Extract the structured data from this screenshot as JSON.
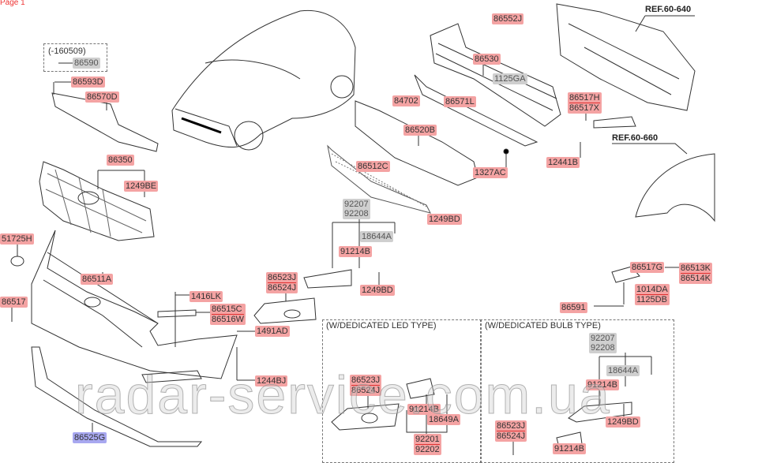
{
  "page_label": "Page 1",
  "refs": [
    "REF.60-640",
    "REF.60-660"
  ],
  "variant_boxes": {
    "supersede_note": "(-160509)",
    "led_type": "(W/DEDICATED LED TYPE)",
    "bulb_type": "(W/DEDICATED BULB TYPE)"
  },
  "labels": {
    "p86590": "86590",
    "p86593D": "86593D",
    "p86570D": "86570D",
    "p86350": "86350",
    "p1249BE": "1249BE",
    "p51725H": "51725H",
    "p86511A": "86511A",
    "p86517": "86517",
    "p1416LK": "1416LK",
    "p86515C": [
      "86515C",
      "86516W"
    ],
    "p86523J_a": [
      "86523J",
      "86524J"
    ],
    "p1491AD": "1491AD",
    "p1244BJ": "1244BJ",
    "p86525G": "86525G",
    "p86552J": "86552J",
    "p86530": "86530",
    "p1125GA": "1125GA",
    "p84702": "84702",
    "p86571L": "86571L",
    "p86520B": "86520B",
    "p86512C": "86512C",
    "p1327AC": "1327AC",
    "p86517H": [
      "86517H",
      "86517X"
    ],
    "p12441B": "12441B",
    "p92207_a": [
      "92207",
      "92208"
    ],
    "p1249BD_a": "1249BD",
    "p18644A_a": "18644A",
    "p91214B_a": "91214B",
    "p1249BD_b": "1249BD",
    "p86517G": "86517G",
    "p86513K": [
      "86513K",
      "86514K"
    ],
    "p1014DA": [
      "1014DA",
      "1125DB"
    ],
    "p86591": "86591",
    "led_86523J": [
      "86523J",
      "86524J"
    ],
    "led_91214B": "91214B",
    "led_18649A": "18649A",
    "led_92201": [
      "92201",
      "92202"
    ],
    "bulb_92207": [
      "92207",
      "92208"
    ],
    "bulb_18644A": "18644A",
    "bulb_91214B": "91214B",
    "bulb_1249BD": "1249BD",
    "bulb_86523J": [
      "86523J",
      "86524J"
    ],
    "bulb_91214B_2": "91214B"
  },
  "watermark": "radar-service.com.ua",
  "colors": {
    "part_highlight": "#f4a3a3",
    "part_unavailable": "#cfcfcf",
    "part_selected": "#a8a8f0"
  }
}
